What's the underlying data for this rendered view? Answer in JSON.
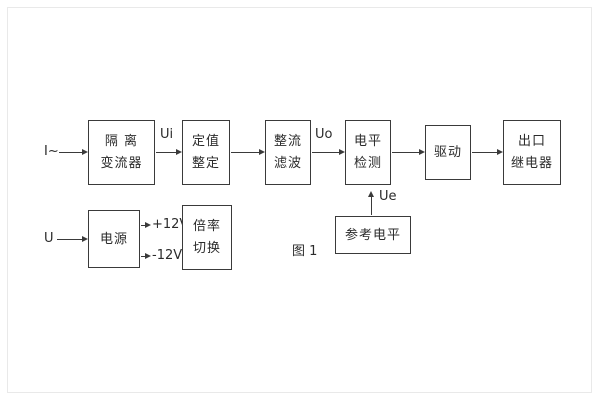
{
  "caption": "图 1",
  "io": {
    "current_input": "I~",
    "voltage_input": "U"
  },
  "signals": {
    "ui": "Ui",
    "uo": "Uo",
    "ue": "Ue",
    "plus12v": "+12V",
    "minus12v": "-12V"
  },
  "blocks": {
    "isolation": {
      "l1": "隔 离",
      "l2": "变流器"
    },
    "setting": {
      "l1": "定值",
      "l2": "整定"
    },
    "rectifier": {
      "l1": "整流",
      "l2": "滤波"
    },
    "level_detect": {
      "l1": "电平",
      "l2": "检测"
    },
    "drive": {
      "l1": "驱动"
    },
    "output_relay": {
      "l1": "出口",
      "l2": "继电器"
    },
    "power": {
      "l1": "电源"
    },
    "ratio_switch": {
      "l1": "倍率",
      "l2": "切换"
    },
    "reference": {
      "l1": "参考电平"
    }
  },
  "colors": {
    "line": "#3a3a3a",
    "text": "#2b2b2b",
    "background": "#ffffff"
  }
}
